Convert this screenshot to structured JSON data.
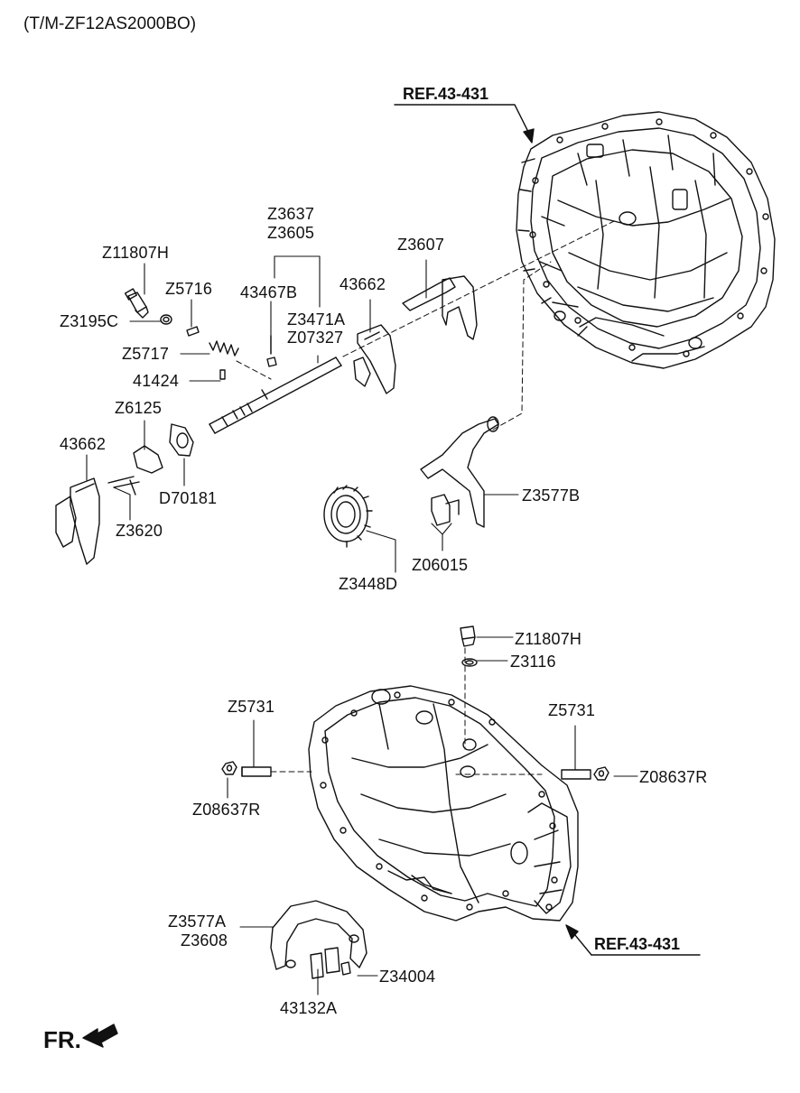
{
  "title": "(T/M-ZF12AS2000BO)",
  "references": [
    "REF.43-431",
    "REF.43-431"
  ],
  "front_indicator": "FR.",
  "labels": [
    "Z11807H",
    "Z3195C",
    "Z5716",
    "Z5717",
    "41424",
    "Z6125",
    "43662",
    "Z3620",
    "D70181",
    "Z3637",
    "Z3605",
    "43467B",
    "Z3471A",
    "Z07327",
    "43662",
    "Z3607",
    "Z3577B",
    "Z06015",
    "Z3448D",
    "Z11807H",
    "Z3116",
    "Z5731",
    "Z5731",
    "Z08637R",
    "Z08637R",
    "Z3577A",
    "Z3608",
    "Z34004",
    "43132A"
  ],
  "icons": [
    "transmission-case-upper",
    "transmission-case-lower",
    "shift-fork",
    "synchronizer-ring",
    "arrow-icon"
  ]
}
